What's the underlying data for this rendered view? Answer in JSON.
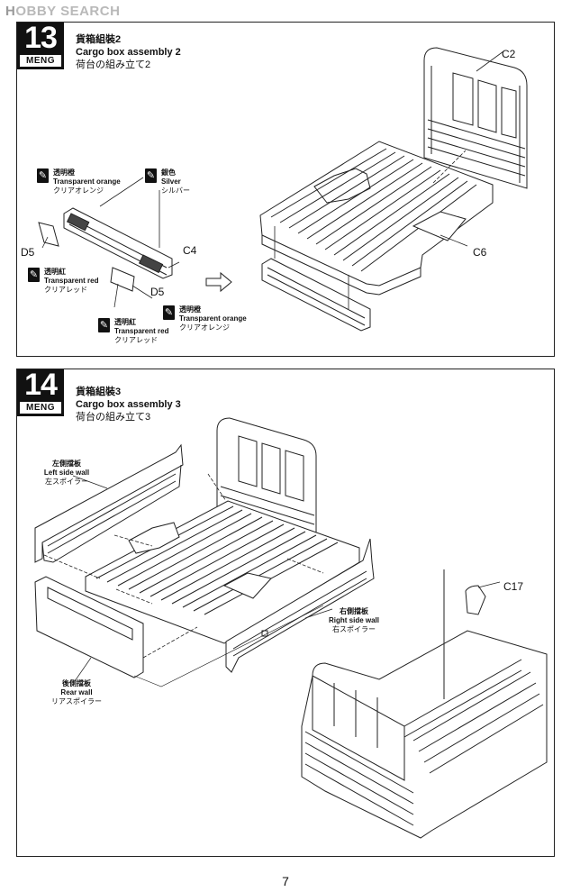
{
  "watermark": {
    "prefix": "H",
    "text": "OBBY SEARCH"
  },
  "steps": [
    {
      "number": "13",
      "brand": "MENG",
      "title_zh": "貨箱組裝2",
      "title_en": "Cargo box assembly 2",
      "title_ja": "荷台の組み立て2",
      "parts": [
        "C2",
        "C6",
        "C4",
        "D5",
        "D5"
      ],
      "callouts": [
        {
          "zh": "透明橙",
          "en": "Transparent orange",
          "ja": "クリアオレンジ"
        },
        {
          "zh": "銀色",
          "en": "Silver",
          "ja": "シルバー"
        },
        {
          "zh": "透明紅",
          "en": "Transparent red",
          "ja": "クリアレッド"
        },
        {
          "zh": "透明紅",
          "en": "Transparent red",
          "ja": "クリアレッド"
        },
        {
          "zh": "透明橙",
          "en": "Transparent orange",
          "ja": "クリアオレンジ"
        }
      ],
      "icon_glyph": "✎"
    },
    {
      "number": "14",
      "brand": "MENG",
      "title_zh": "貨箱組裝3",
      "title_en": "Cargo box assembly 3",
      "title_ja": "荷台の組み立て3",
      "parts": [
        "C17"
      ],
      "callouts": [
        {
          "zh": "左側擋板",
          "en": "Left side wall",
          "ja": "左スポイラー"
        },
        {
          "zh": "右側擋板",
          "en": "Right side wall",
          "ja": "右スポイラー"
        },
        {
          "zh": "後側擋板",
          "en": "Rear wall",
          "ja": "リアスポイラー"
        }
      ]
    }
  ],
  "page_number": "7",
  "colors": {
    "ink": "#111111",
    "badge": "#111111",
    "watermark": "#b9b9b9"
  }
}
